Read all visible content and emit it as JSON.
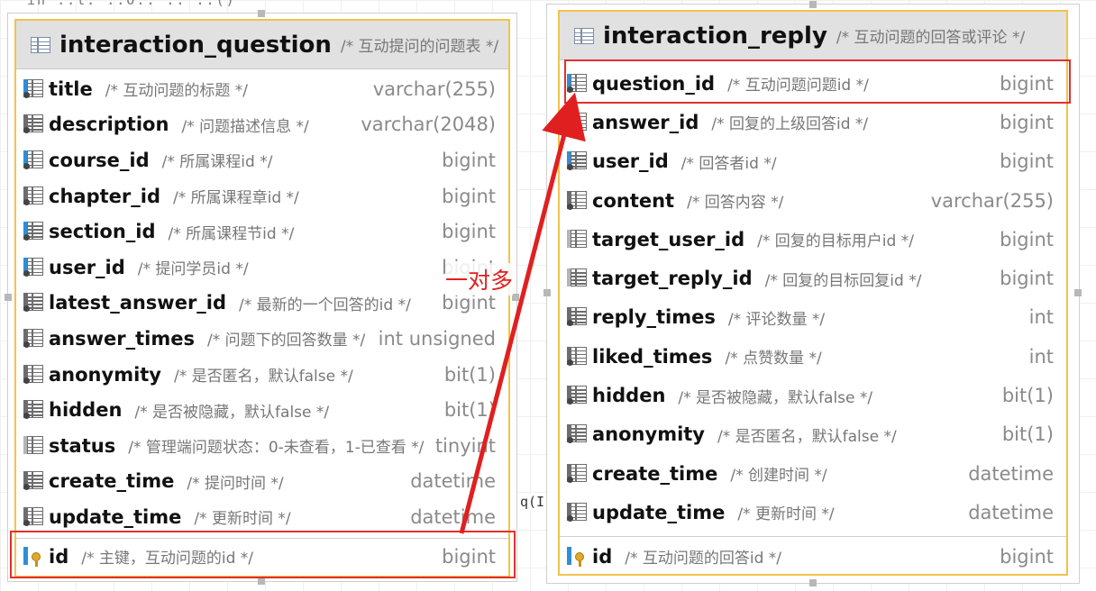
{
  "background_code": {
    "top_fragment": "in                ..l.  ..O..   ..  ..()",
    "mid_fragment": "q(I"
  },
  "colors": {
    "table_border": "#f2c24a",
    "highlight": "#e03030",
    "key_bar": "#2e8fd6"
  },
  "relation_label": "一对多",
  "left_table": {
    "name": "interaction_question",
    "comment": "/* 互动提问的问题表 */",
    "icon": "table-icon",
    "columns": [
      {
        "name": "title",
        "comment": "/* 互动问题的标题 */",
        "type": "varchar(255)",
        "icon": "column-icon-blue"
      },
      {
        "name": "description",
        "comment": "/* 问题描述信息 */",
        "type": "varchar(2048)",
        "icon": "column-icon"
      },
      {
        "name": "course_id",
        "comment": "/* 所属课程id */",
        "type": "bigint",
        "icon": "column-icon-blue"
      },
      {
        "name": "chapter_id",
        "comment": "/* 所属课程章id */",
        "type": "bigint",
        "icon": "column-icon"
      },
      {
        "name": "section_id",
        "comment": "/* 所属课程节id */",
        "type": "bigint",
        "icon": "column-icon-blue"
      },
      {
        "name": "user_id",
        "comment": "/* 提问学员id */",
        "type": "bigint",
        "icon": "column-icon-blue"
      },
      {
        "name": "latest_answer_id",
        "comment": "/* 最新的一个回答的id */",
        "type": "bigint",
        "icon": "column-icon"
      },
      {
        "name": "answer_times",
        "comment": "/* 问题下的回答数量 */",
        "type": "int unsigned",
        "icon": "column-icon"
      },
      {
        "name": "anonymity",
        "comment": "/* 是否匿名，默认false */",
        "type": "bit(1)",
        "icon": "column-icon"
      },
      {
        "name": "hidden",
        "comment": "/* 是否被隐藏，默认false */",
        "type": "bit(1)",
        "icon": "column-icon"
      },
      {
        "name": "status",
        "comment": "/* 管理端问题状态：0-未查看，1-已查看 */",
        "type": "tinyint",
        "icon": "column-icon-gray"
      },
      {
        "name": "create_time",
        "comment": "/* 提问时间 */",
        "type": "datetime",
        "icon": "column-icon"
      },
      {
        "name": "update_time",
        "comment": "/* 更新时间 */",
        "type": "datetime",
        "icon": "column-icon"
      }
    ],
    "primary_key": {
      "name": "id",
      "comment": "/* 主键，互动问题的id */",
      "type": "bigint",
      "icon": "primary-key-icon"
    }
  },
  "right_table": {
    "name": "interaction_reply",
    "comment": "/* 互动问题的回答或评论 */",
    "icon": "table-icon",
    "columns": [
      {
        "name": "question_id",
        "comment": "/* 互动问题问题id */",
        "type": "bigint",
        "icon": "column-icon-blue"
      },
      {
        "name": "answer_id",
        "comment": "/* 回复的上级回答id */",
        "type": "bigint",
        "icon": "column-icon"
      },
      {
        "name": "user_id",
        "comment": "/* 回答者id */",
        "type": "bigint",
        "icon": "column-icon-blue"
      },
      {
        "name": "content",
        "comment": "/* 回答内容 */",
        "type": "varchar(255)",
        "icon": "column-icon"
      },
      {
        "name": "target_user_id",
        "comment": "/* 回复的目标用户id */",
        "type": "bigint",
        "icon": "column-icon-gray"
      },
      {
        "name": "target_reply_id",
        "comment": "/* 回复的目标回复id */",
        "type": "bigint",
        "icon": "column-icon-gray"
      },
      {
        "name": "reply_times",
        "comment": "/* 评论数量 */",
        "type": "int",
        "icon": "column-icon"
      },
      {
        "name": "liked_times",
        "comment": "/* 点赞数量 */",
        "type": "int",
        "icon": "column-icon"
      },
      {
        "name": "hidden",
        "comment": "/* 是否被隐藏，默认false */",
        "type": "bit(1)",
        "icon": "column-icon"
      },
      {
        "name": "anonymity",
        "comment": "/* 是否匿名，默认false */",
        "type": "bit(1)",
        "icon": "column-icon"
      },
      {
        "name": "create_time",
        "comment": "/* 创建时间 */",
        "type": "datetime",
        "icon": "column-icon"
      },
      {
        "name": "update_time",
        "comment": "/* 更新时间 */",
        "type": "datetime",
        "icon": "column-icon"
      }
    ],
    "primary_key": {
      "name": "id",
      "comment": "/* 互动问题的回答id */",
      "type": "bigint",
      "icon": "primary-key-icon"
    }
  }
}
